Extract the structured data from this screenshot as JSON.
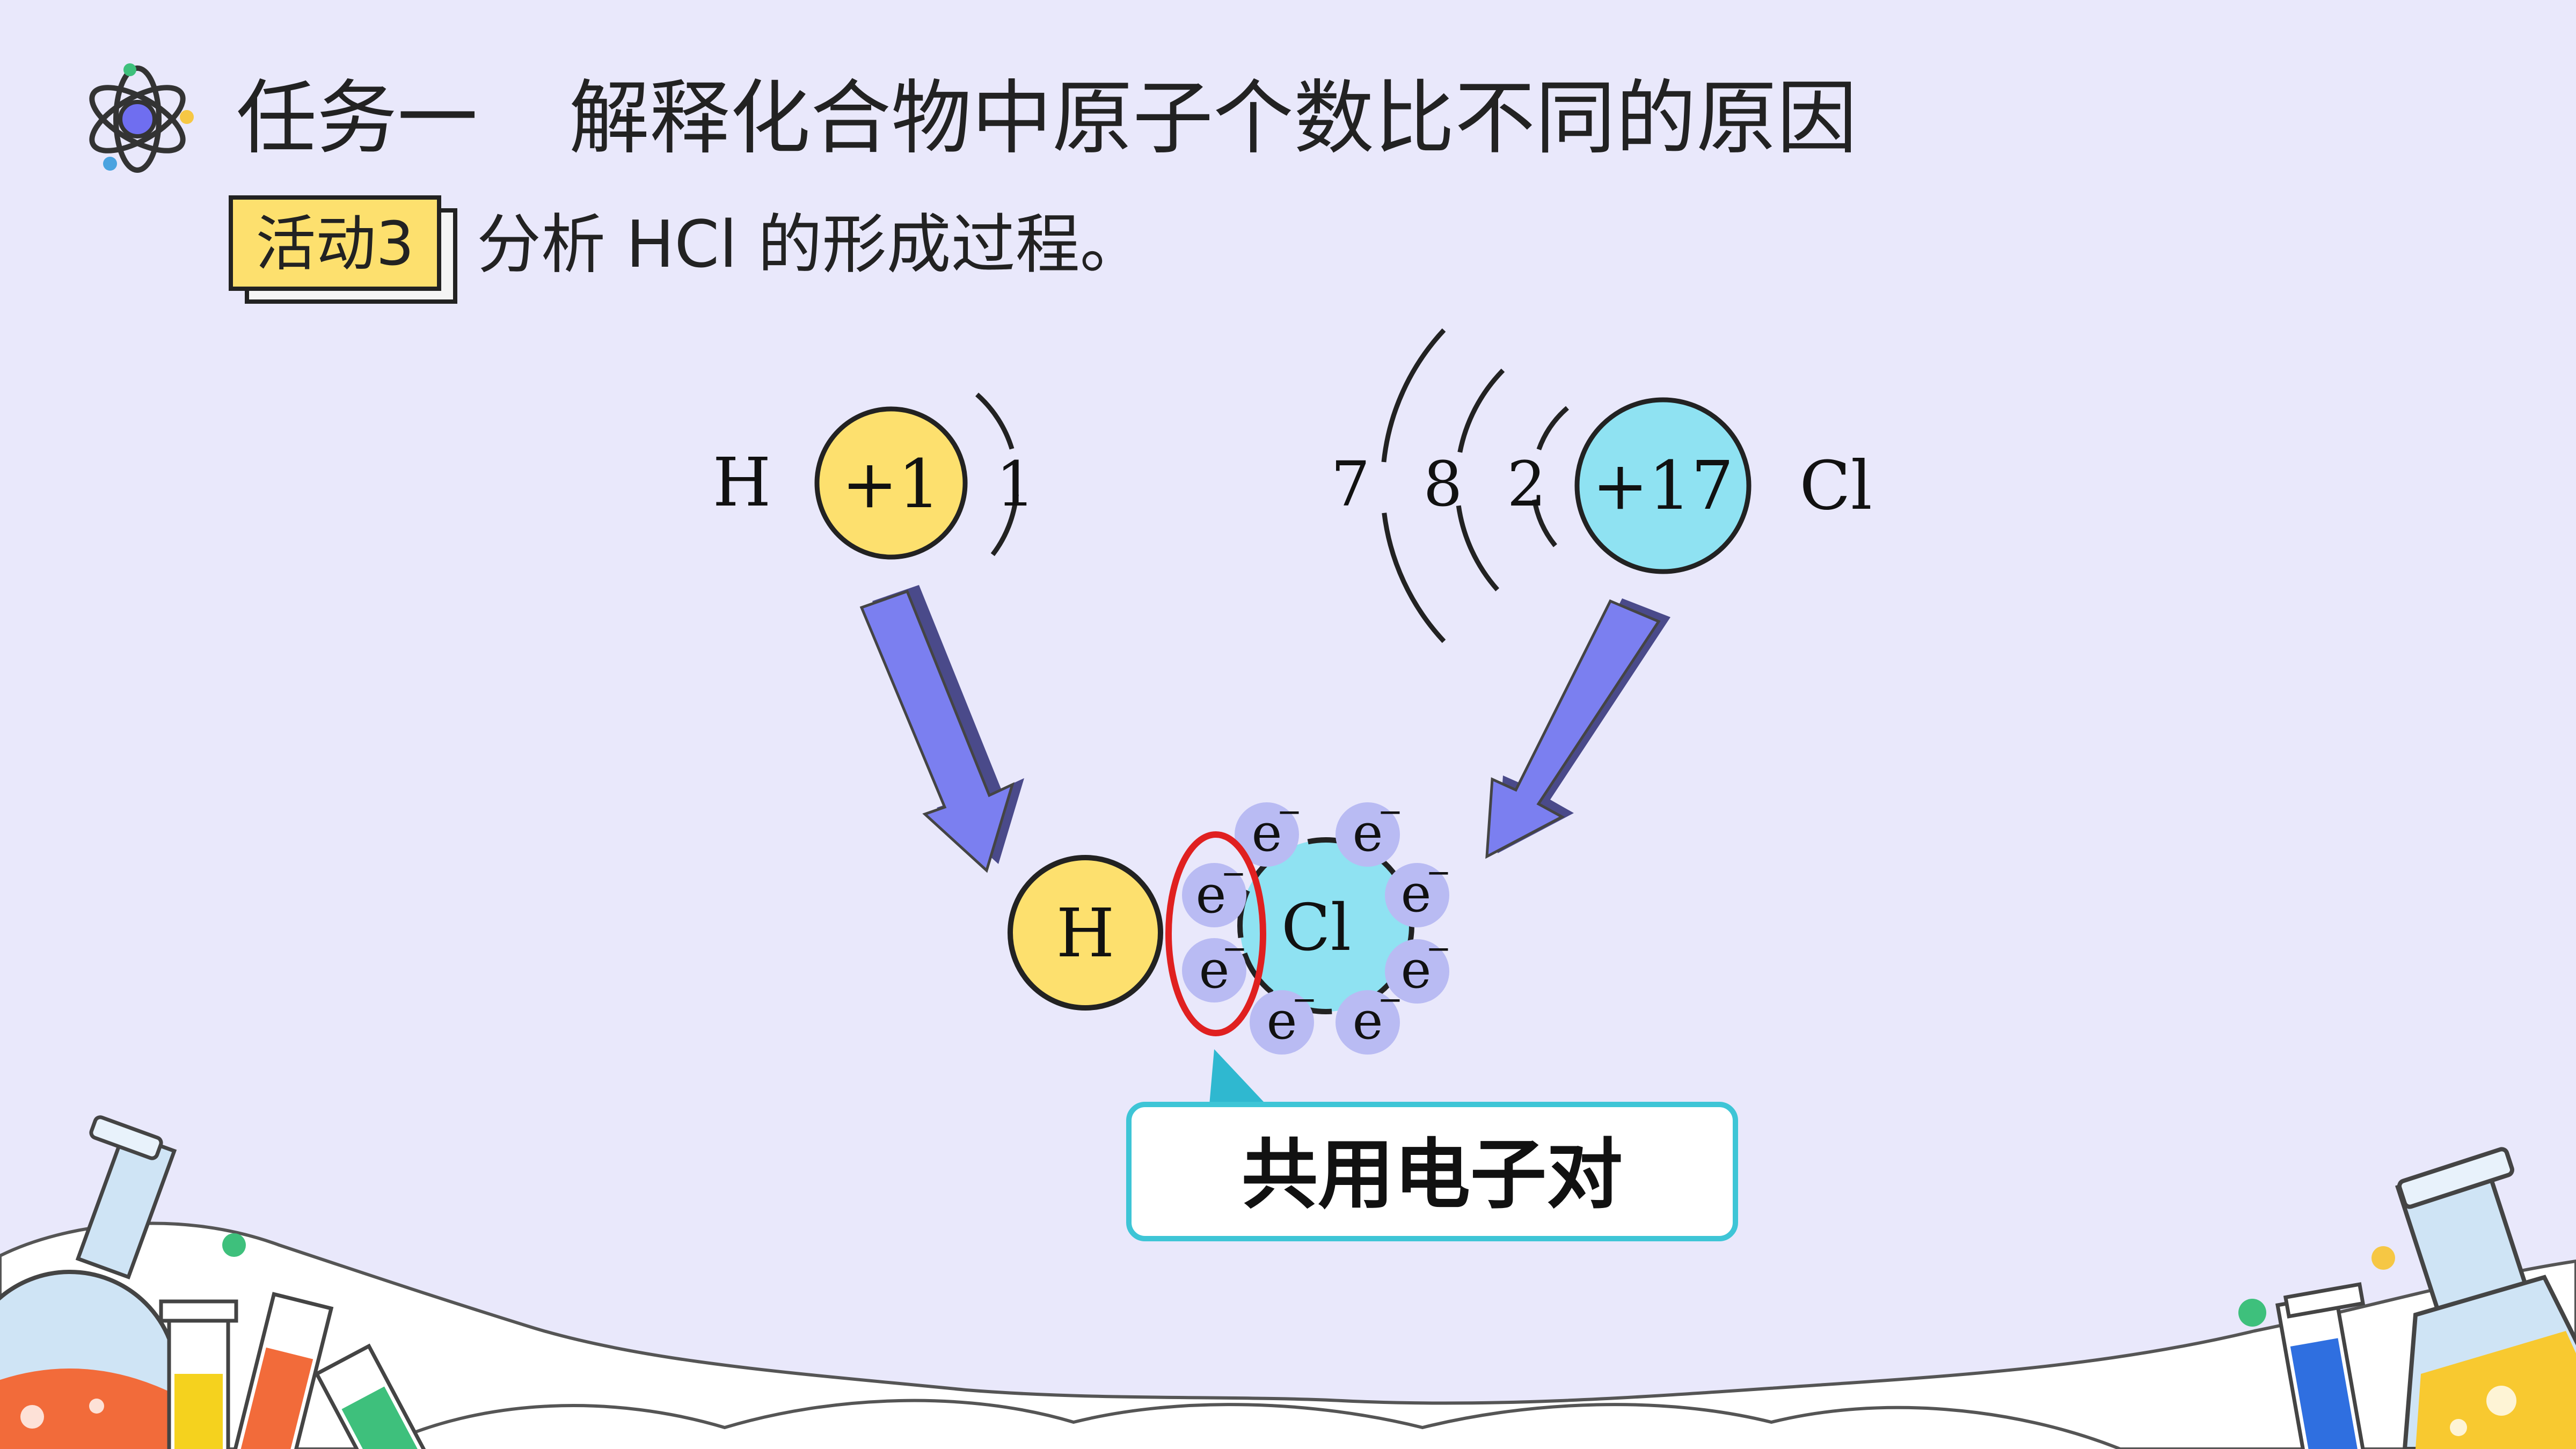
{
  "header": {
    "task": "任务一",
    "title": "解释化合物中原子个数比不同的原因"
  },
  "activity": {
    "badge": "活动3",
    "text": "分析 HCl 的形成过程。"
  },
  "h_atom": {
    "symbol": "H",
    "nucleus_charge": "+1",
    "shells": [
      "1"
    ]
  },
  "cl_atom": {
    "symbol": "Cl",
    "nucleus_charge": "+17",
    "shells": [
      "2",
      "8",
      "7"
    ]
  },
  "molecule": {
    "h_symbol": "H",
    "cl_symbol": "Cl",
    "electron_letter": "e",
    "electron_sign": "−",
    "callout": "共用电子对"
  },
  "colors": {
    "background": "#e9e8fb",
    "h_nucleus": "#fde06e",
    "cl_nucleus": "#8fe2f2",
    "arrow": "#7b7ff0",
    "electron_dot": "#b9bbf3",
    "shared_pair_ring": "#e02020",
    "callout_border": "#3ec5d6"
  },
  "icons": [
    "atom-icon",
    "flask-icon",
    "test-tube-icon"
  ]
}
